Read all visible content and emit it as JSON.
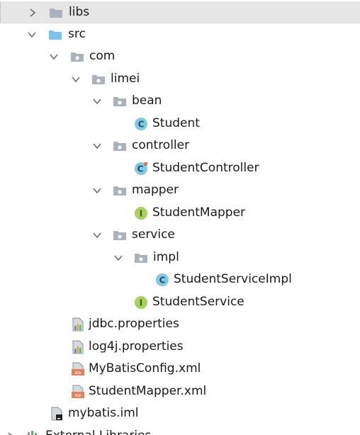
{
  "project_tree": {
    "libs": "libs",
    "src": "src",
    "com": "com",
    "limei": "limei",
    "bean": "bean",
    "student": "Student",
    "controller": "controller",
    "student_controller": "StudentController",
    "mapper": "mapper",
    "student_mapper": "StudentMapper",
    "service": "service",
    "impl": "impl",
    "student_service_impl": "StudentServiceImpl",
    "student_service": "StudentService",
    "jdbc_properties": "jdbc.properties",
    "log4j_properties": "log4j.properties",
    "mybatis_config_xml": "MyBatisConfig.xml",
    "student_mapper_xml": "StudentMapper.xml",
    "mybatis_iml": "mybatis.iml",
    "external_libraries": "External Libraries"
  },
  "icons": {
    "folder": "folder-icon",
    "source_folder": "source-folder-icon",
    "package": "package-icon",
    "class": "class-icon",
    "spring_class": "spring-class-icon",
    "interface": "interface-icon",
    "properties": "properties-file-icon",
    "xml": "xml-file-icon",
    "iml": "iml-file-icon",
    "libraries": "libraries-icon"
  },
  "colors": {
    "folder_gray": "#a9b3bd",
    "source_folder_blue": "#7cc4f0",
    "class_blue": "#7fcbe6",
    "interface_green": "#a6d15a",
    "xml_orange": "#ea7e57",
    "selection_bg": "#e6e6e6"
  }
}
